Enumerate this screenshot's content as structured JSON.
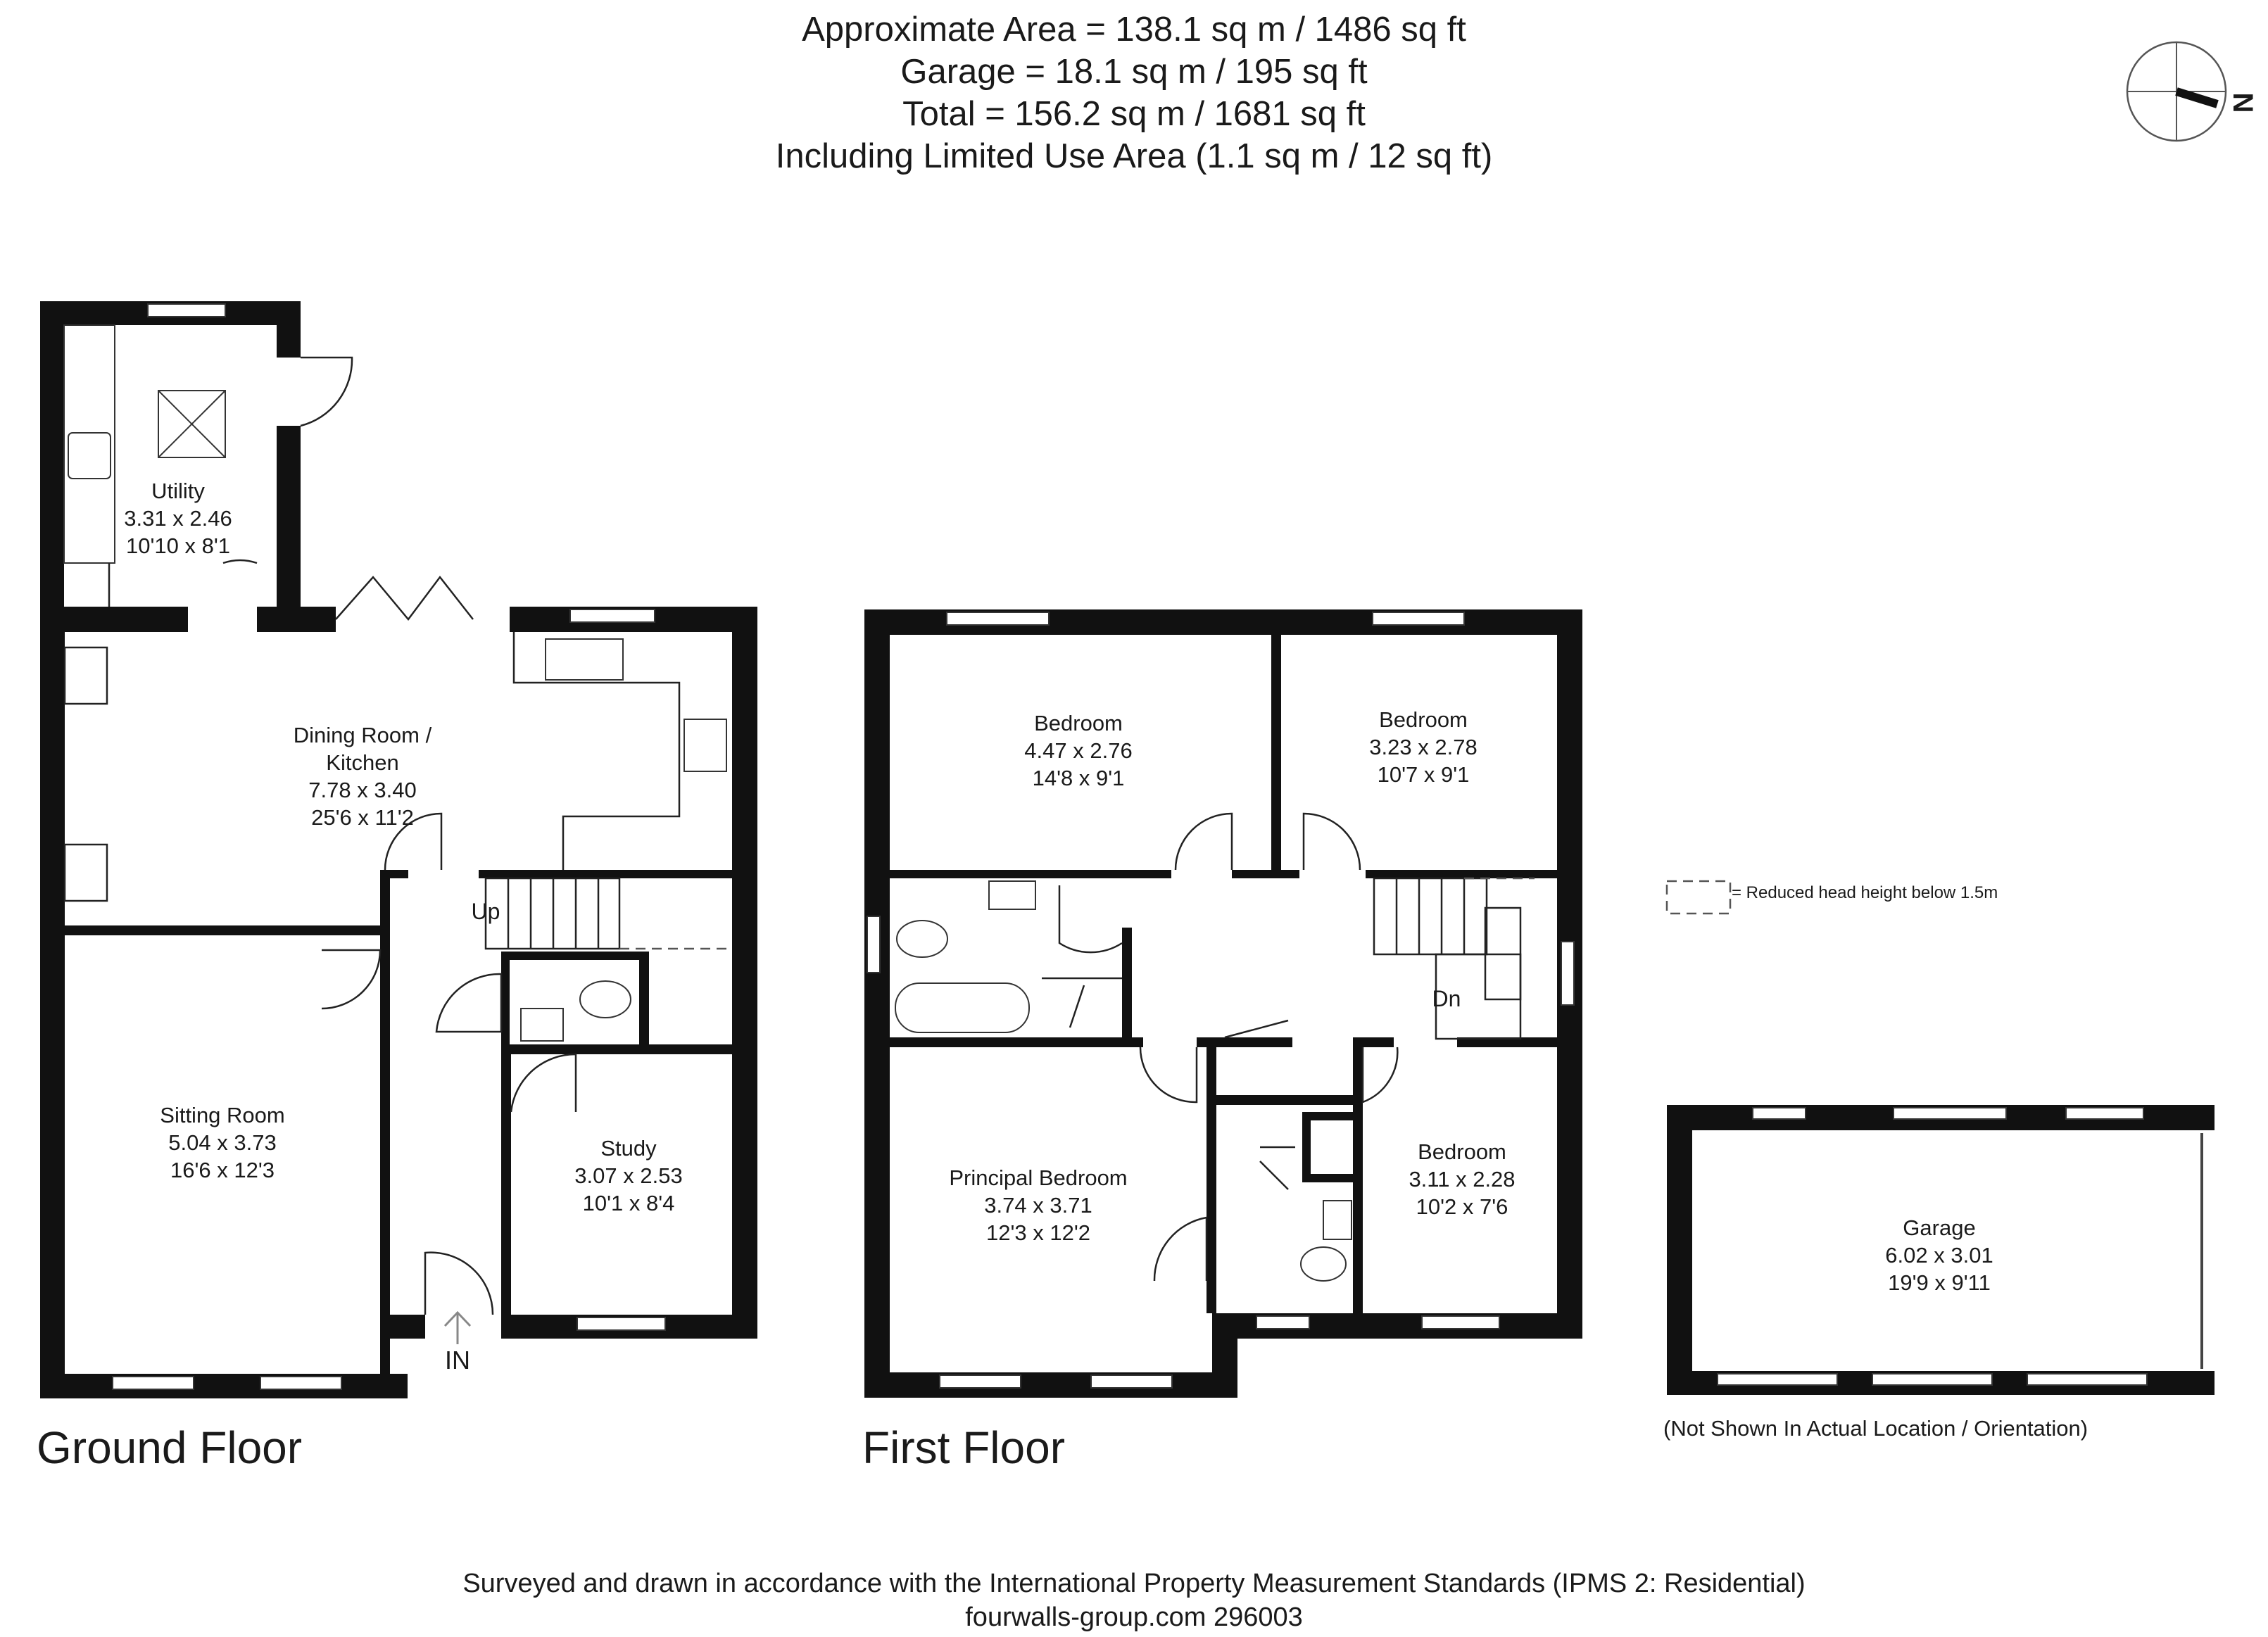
{
  "header": {
    "line1": "Approximate  Area = 138.1 sq m / 1486 sq ft",
    "line2": "Garage = 18.1 sq m / 195 sq ft",
    "line3": "Total = 156.2 sq m / 1681 sq ft",
    "line4": "Including Limited Use Area (1.1 sq m / 12 sq ft)"
  },
  "compass": {
    "label": "N"
  },
  "ground_floor": {
    "title": "Ground Floor",
    "entrance_label": "IN",
    "stairs_label": "Up",
    "rooms": [
      {
        "name": "Utility",
        "metric": "3.31 x 2.46",
        "imperial": "10'10 x 8'1"
      },
      {
        "name_line1": "Dining Room /",
        "name_line2": "Kitchen",
        "metric": "7.78 x 3.40",
        "imperial": "25'6 x 11'2"
      },
      {
        "name": "Sitting Room",
        "metric": "5.04 x 3.73",
        "imperial": "16'6 x 12'3"
      },
      {
        "name": "Study",
        "metric": "3.07 x 2.53",
        "imperial": "10'1 x 8'4"
      }
    ]
  },
  "first_floor": {
    "title": "First Floor",
    "stairs_label": "Dn",
    "rooms": [
      {
        "name": "Bedroom",
        "metric": "4.47 x 2.76",
        "imperial": "14'8 x 9'1"
      },
      {
        "name": "Bedroom",
        "metric": "3.23 x 2.78",
        "imperial": "10'7 x 9'1"
      },
      {
        "name": "Principal Bedroom",
        "metric": "3.74 x 3.71",
        "imperial": "12'3 x 12'2"
      },
      {
        "name": "Bedroom",
        "metric": "3.11 x 2.28",
        "imperial": "10'2 x 7'6"
      }
    ]
  },
  "garage": {
    "name": "Garage",
    "metric": "6.02 x 3.01",
    "imperial": "19'9 x 9'11",
    "note": "(Not Shown In Actual Location / Orientation)"
  },
  "legend": {
    "reduced_head_height": "= Reduced head height below 1.5m"
  },
  "footer": {
    "line1": "Surveyed and drawn in accordance with the International Property Measurement Standards (IPMS 2: Residential)",
    "line2": "fourwalls-group.com 296003"
  }
}
